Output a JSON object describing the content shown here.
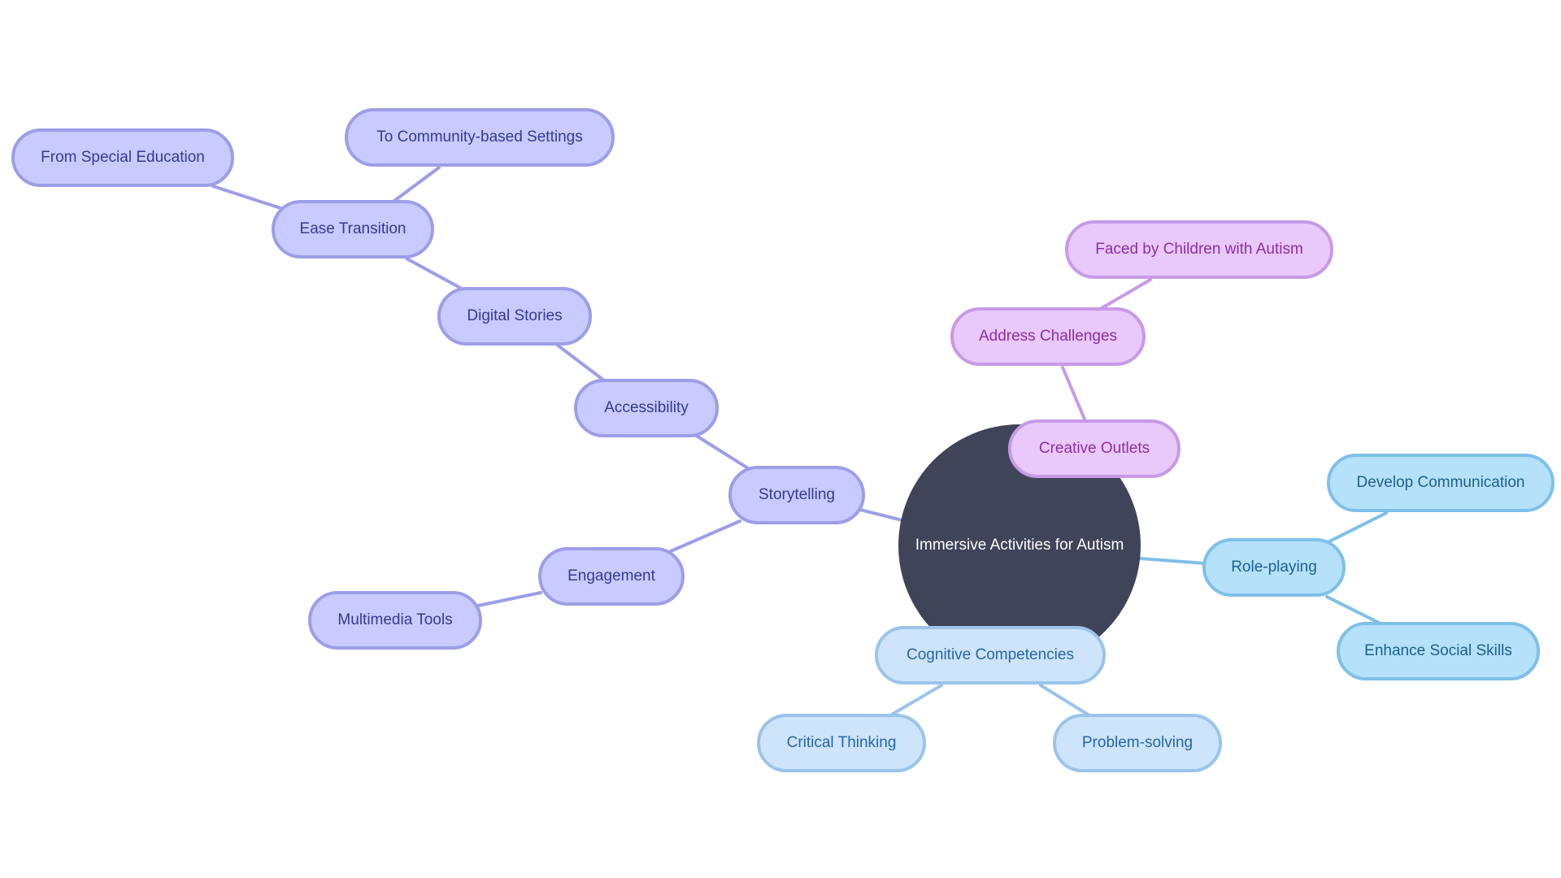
{
  "diagram": {
    "center": {
      "label": "Immersive Activities for Autism",
      "color": "#404459"
    },
    "branches": {
      "storytelling": {
        "color": "#9c9ee8",
        "storytelling": "Storytelling",
        "accessibility": "Accessibility",
        "digital_stories": "Digital Stories",
        "ease_transition": "Ease Transition",
        "from_special_education": "From Special Education",
        "to_community_settings": "To Community-based Settings",
        "engagement": "Engagement",
        "multimedia_tools": "Multimedia Tools"
      },
      "creative": {
        "color": "#c79ae8",
        "creative_outlets": "Creative Outlets",
        "address_challenges": "Address Challenges",
        "faced_by_children": "Faced by Children with Autism"
      },
      "roleplay": {
        "color": "#7fc0e8",
        "role_playing": "Role-playing",
        "develop_communication": "Develop Communication",
        "enhance_social_skills": "Enhance Social Skills"
      },
      "cognitive": {
        "color": "#9cc4ea",
        "cognitive_competencies": "Cognitive Competencies",
        "critical_thinking": "Critical Thinking",
        "problem_solving": "Problem-solving"
      }
    }
  }
}
